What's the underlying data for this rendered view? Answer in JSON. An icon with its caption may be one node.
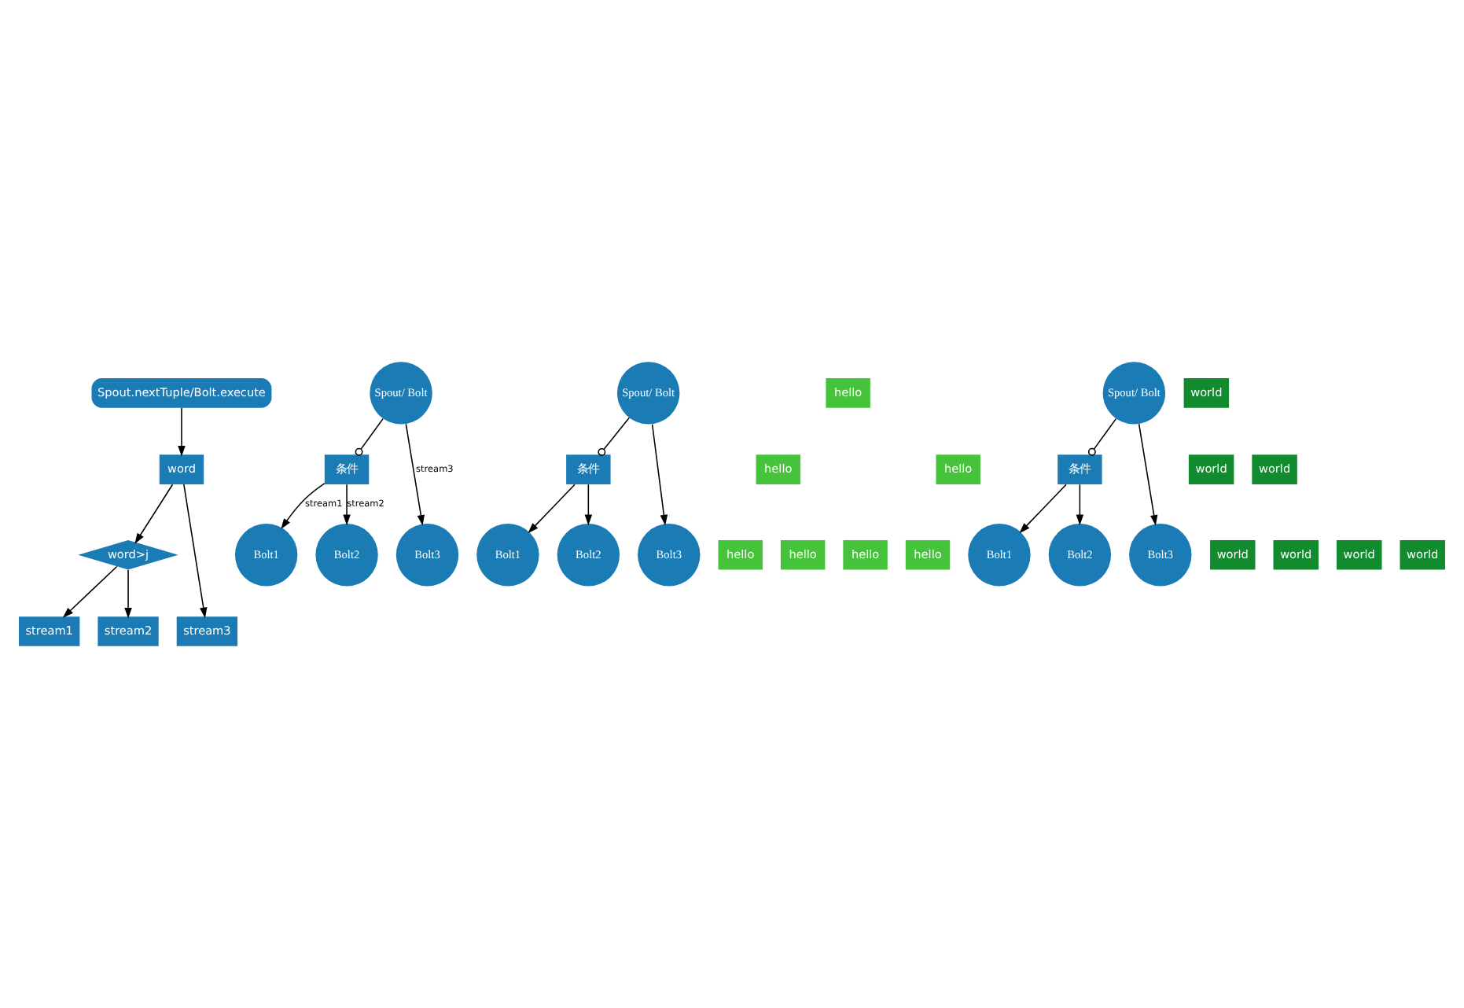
{
  "diagram": {
    "nodes": [
      {
        "text": [
          "Spout.nextTuple/Bolt.execute"
        ]
      },
      {
        "text": [
          "word"
        ]
      },
      {
        "text": [
          "word>j"
        ]
      },
      {
        "text": [
          "stream3"
        ]
      },
      {
        "text": [
          "stream1"
        ]
      },
      {
        "text": [
          "stream2"
        ]
      },
      {
        "text": [
          "Spout/ Bolt"
        ]
      },
      {
        "text": [
          "条件"
        ]
      },
      {
        "text": [
          "Bolt1"
        ]
      },
      {
        "text": [
          "Bolt2"
        ]
      },
      {
        "text": [
          "Bolt3"
        ]
      },
      {
        "text": [
          "Spout/ Bolt"
        ]
      },
      {
        "text": [
          "条件"
        ]
      },
      {
        "text": [
          "Bolt1"
        ]
      },
      {
        "text": [
          "Bolt2"
        ]
      },
      {
        "text": [
          "Bolt3"
        ]
      },
      {
        "text": [
          "hello"
        ]
      },
      {
        "text": [
          "hello"
        ]
      },
      {
        "text": [
          "hello"
        ]
      },
      {
        "text": [
          "hello"
        ]
      },
      {
        "text": [
          "hello"
        ]
      },
      {
        "text": [
          "hello"
        ]
      },
      {
        "text": [
          "hello"
        ]
      },
      {
        "text": [
          "Spout/ Bolt"
        ]
      },
      {
        "text": [
          "条件"
        ]
      },
      {
        "text": [
          "Bolt1"
        ]
      },
      {
        "text": [
          "Bolt2"
        ]
      },
      {
        "text": [
          "Bolt3"
        ]
      },
      {
        "text": [
          "world"
        ]
      },
      {
        "text": [
          "world"
        ]
      },
      {
        "text": [
          "world"
        ]
      },
      {
        "text": [
          "world"
        ]
      },
      {
        "text": [
          "world"
        ]
      },
      {
        "text": [
          "world"
        ]
      },
      {
        "text": [
          "world"
        ]
      }
    ],
    "edges": [
      {
        "from": 0,
        "to": 1,
        "arrow": "to"
      },
      {
        "from": 1,
        "to": 3,
        "arrow": "to"
      },
      {
        "from": 1,
        "to": 2,
        "arrow": "to"
      },
      {
        "from": 2,
        "to": 4,
        "arrow": "to"
      },
      {
        "from": 2,
        "to": 5,
        "arrow": "to"
      },
      {
        "from": 6,
        "to": 7,
        "arrow": "other"
      },
      {
        "from": 7,
        "to": 8,
        "arrow": "to",
        "label": "stream1"
      },
      {
        "from": 7,
        "to": 9,
        "arrow": "to",
        "label": "stream2"
      },
      {
        "from": 6,
        "to": 10,
        "arrow": "to",
        "label": "stream3"
      },
      {
        "from": 11,
        "to": 12,
        "arrow": "other"
      },
      {
        "from": 12,
        "to": 13,
        "arrow": "to"
      },
      {
        "from": 12,
        "to": 14,
        "arrow": "to"
      },
      {
        "from": 11,
        "to": 15,
        "arrow": "to"
      },
      {
        "from": 23,
        "to": 24,
        "arrow": "other"
      },
      {
        "from": 24,
        "to": 25,
        "arrow": "to"
      },
      {
        "from": 24,
        "to": 26,
        "arrow": "to"
      },
      {
        "from": 23,
        "to": 27,
        "arrow": "to"
      }
    ]
  }
}
